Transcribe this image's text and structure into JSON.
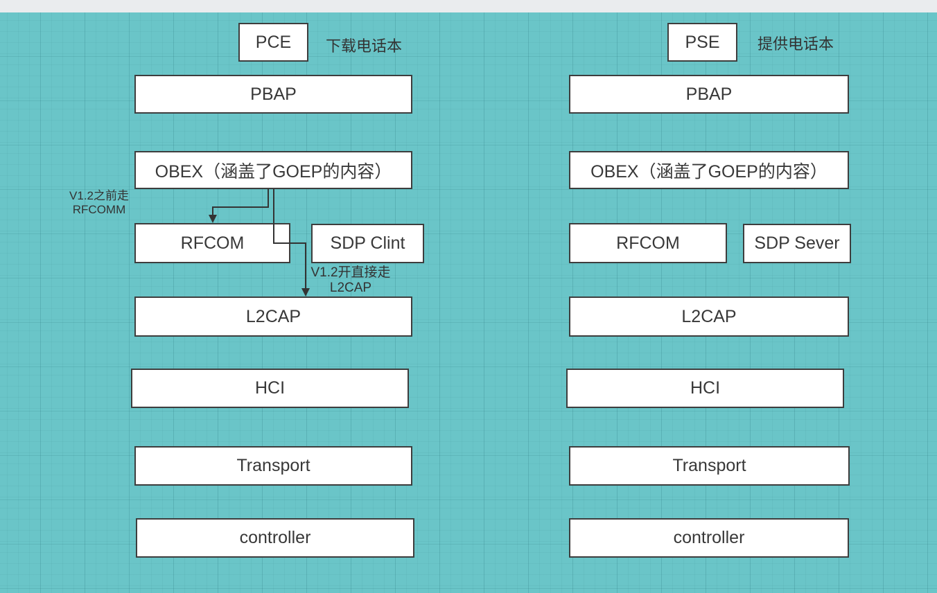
{
  "colors": {
    "canvas_teal": "#6ac5c8",
    "topbar_gray": "#eaecee",
    "box_fill": "#ffffff",
    "box_border": "#3d3d3d",
    "text": "#383838",
    "connector": "#333333"
  },
  "left_stack": {
    "role_label": "PCE",
    "role_note": "下载电话本",
    "boxes": {
      "pbap": "PBAP",
      "obex": "OBEX（涵盖了GOEP的内容）",
      "rfcom": "RFCOM",
      "sdp": "SDP Clint",
      "l2cap": "L2CAP",
      "hci": "HCI",
      "transport": "Transport",
      "controller": "controller"
    }
  },
  "right_stack": {
    "role_label": "PSE",
    "role_note": "提供电话本",
    "boxes": {
      "pbap": "PBAP",
      "obex": "OBEX（涵盖了GOEP的内容）",
      "rfcom": "RFCOM",
      "sdp": "SDP Sever",
      "l2cap": "L2CAP",
      "hci": "HCI",
      "transport": "Transport",
      "controller": "controller"
    }
  },
  "annotations": {
    "pre_v12": {
      "line1": "V1.2之前走",
      "line2": "RFCOMM"
    },
    "from_v12": {
      "line1": "V1.2开直接走",
      "line2": "L2CAP"
    }
  }
}
